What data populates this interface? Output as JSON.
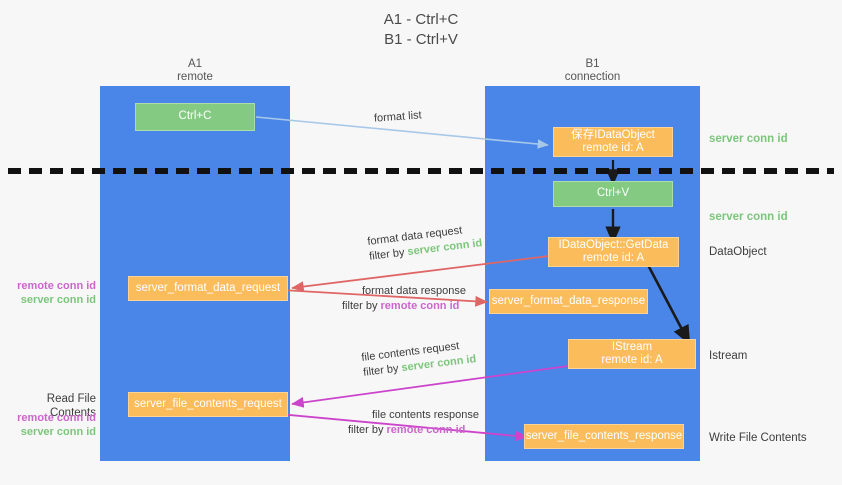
{
  "title": "A1 - Ctrl+C\nB1 - Ctrl+V",
  "lanes": [
    {
      "name": "A1",
      "sub": "remote"
    },
    {
      "name": "B1",
      "sub": "connection"
    }
  ],
  "boxes": {
    "ctrl_c": {
      "line1": "Ctrl+C",
      "line2": ""
    },
    "save_idataobject": {
      "line1": "保存IDataObject",
      "line2": "remote id: A"
    },
    "ctrl_v": {
      "line1": "Ctrl+V",
      "line2": ""
    },
    "getdata": {
      "line1": "IDataObject::GetData",
      "line2": "remote id: A"
    },
    "server_format_data_request": {
      "line1": "server_format_data_request",
      "line2": ""
    },
    "server_format_data_response": {
      "line1": "server_format_data_response",
      "line2": ""
    },
    "istream": {
      "line1": "IStream",
      "line2": "remote id: A"
    },
    "server_file_contents_request": {
      "line1": "server_file_contents_request",
      "line2": ""
    },
    "server_file_contents_response": {
      "line1": "server_file_contents_response",
      "line2": ""
    }
  },
  "right_labels": {
    "server_conn_id_1": "server conn id",
    "server_conn_id_2": "server conn id",
    "dataobject": "DataObject",
    "istream": "Istream",
    "write_file_contents": "Write File Contents"
  },
  "left_labels": {
    "remote_conn_id_1": "remote conn id",
    "server_conn_id_1": "server conn id",
    "read_file_contents": "Read File Contents",
    "remote_conn_id_2": "remote conn id",
    "server_conn_id_2": "server conn id"
  },
  "edges": {
    "format_list": {
      "text": "format list"
    },
    "format_data_request": {
      "text": "format data request",
      "filter_prefix": "filter by ",
      "filter_key": "server conn id"
    },
    "format_data_response": {
      "text": "format data response",
      "filter_prefix": "filter by ",
      "filter_key": "remote conn id"
    },
    "file_contents_request": {
      "text": "file contents request",
      "filter_prefix": "filter by ",
      "filter_key": "server conn id"
    },
    "file_contents_response": {
      "text": "file contents response",
      "filter_prefix": "filter by ",
      "filter_key": "remote conn id"
    }
  },
  "colors": {
    "lane": "#4a86e8",
    "green_box": "#84ca82",
    "orange_box": "#fbbc5c",
    "server_conn_id": "#7bc67b",
    "remote_conn_id": "#cc66cc",
    "arrow_blue": "#a8c8e8",
    "arrow_red": "#e06666",
    "arrow_magenta": "#cc44cc",
    "arrow_black": "#1a1a1a",
    "background": "#f7f7f7"
  }
}
